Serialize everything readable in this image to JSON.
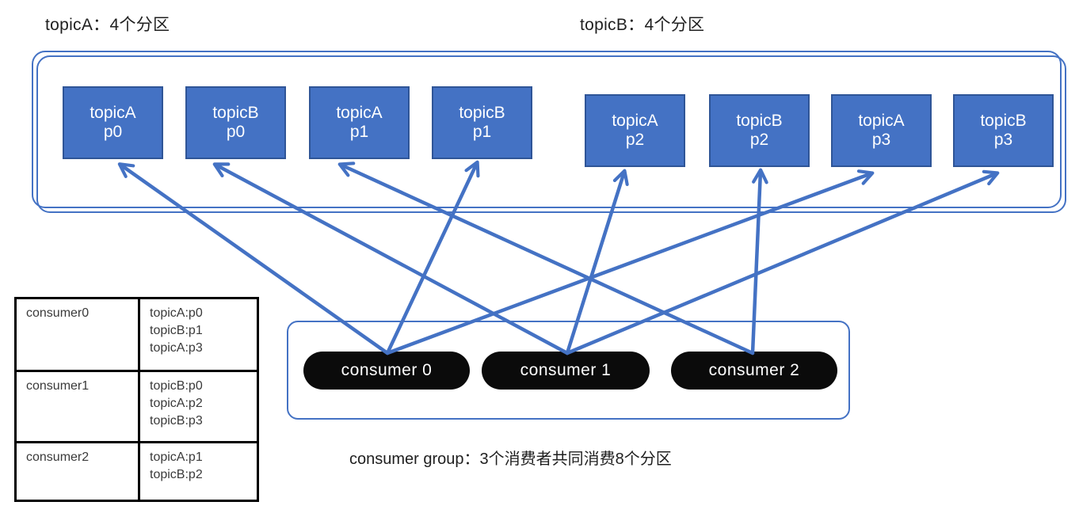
{
  "titles": {
    "topic_a": "topicA：4个分区",
    "topic_b": "topicB：4个分区"
  },
  "partitions": [
    {
      "topic": "topicA",
      "partition": "p0"
    },
    {
      "topic": "topicB",
      "partition": "p0"
    },
    {
      "topic": "topicA",
      "partition": "p1"
    },
    {
      "topic": "topicB",
      "partition": "p1"
    },
    {
      "topic": "topicA",
      "partition": "p2"
    },
    {
      "topic": "topicB",
      "partition": "p2"
    },
    {
      "topic": "topicA",
      "partition": "p3"
    },
    {
      "topic": "topicB",
      "partition": "p3"
    }
  ],
  "consumers": [
    {
      "label": "consumer 0"
    },
    {
      "label": "consumer 1"
    },
    {
      "label": "consumer 2"
    }
  ],
  "caption": "consumer group：3个消费者共同消费8个分区",
  "assignment_table": {
    "rows": [
      {
        "consumer": "consumer0",
        "partitions": [
          "topicA:p0",
          "topicB:p1",
          "topicA:p3"
        ]
      },
      {
        "consumer": "consumer1",
        "partitions": [
          "topicB:p0",
          "topicA:p2",
          "topicB:p3"
        ]
      },
      {
        "consumer": "consumer2",
        "partitions": [
          "topicA:p1",
          "topicB:p2"
        ]
      }
    ]
  },
  "arrows": [
    {
      "from": "consumer 0",
      "to": "topicA p0"
    },
    {
      "from": "consumer 0",
      "to": "topicB p1"
    },
    {
      "from": "consumer 0",
      "to": "topicA p3"
    },
    {
      "from": "consumer 1",
      "to": "topicB p0"
    },
    {
      "from": "consumer 1",
      "to": "topicA p2"
    },
    {
      "from": "consumer 1",
      "to": "topicB p3"
    },
    {
      "from": "consumer 2",
      "to": "topicA p1"
    },
    {
      "from": "consumer 2",
      "to": "topicB p2"
    }
  ],
  "colors": {
    "partition_fill": "#4472C4",
    "partition_border": "#2F5597",
    "arrow": "#4472C4",
    "container_border": "#4472C4",
    "consumer_pill": "#0B0B0B",
    "consumer_text": "#FFFFFF",
    "title_text": "#1F1F1F",
    "table_border": "#000000"
  }
}
